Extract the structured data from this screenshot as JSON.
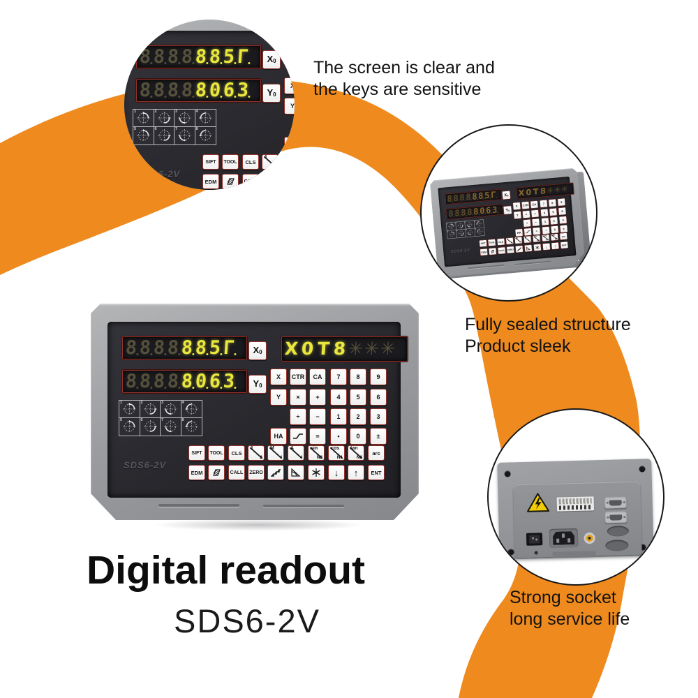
{
  "title": "Digital readout",
  "model": "SDS6-2V",
  "captions": {
    "screen": [
      "The screen is clear and",
      "the keys are sensitive"
    ],
    "sealed": [
      "Fully sealed structure",
      "Product sleek"
    ],
    "socket": [
      "Strong socket",
      "long service life"
    ]
  },
  "colors": {
    "accent_orange": "#EE8A1E",
    "panel_black": "#2A2A2F",
    "bezel_gray": "#9EA0A3",
    "digit_lit": "#EAE73C",
    "digit_unlit": "#56503A",
    "key_face": "#F7F7F7",
    "key_border": "#98342C",
    "warning_yellow": "#F2CB05"
  },
  "panel": {
    "brand": "SDS6-2V",
    "displays": {
      "x": {
        "name": "x-axis-display",
        "unlit": "8888",
        "lit": "885Γ"
      },
      "y": {
        "name": "y-axis-display",
        "unlit": "8888",
        "lit": "8063"
      },
      "aux": {
        "name": "message-display",
        "lit": "X0T8",
        "unlit": "✳✳✳"
      }
    },
    "axis_select_keys": [
      {
        "name": "x-zero-key",
        "main": "X",
        "sub": "0"
      },
      {
        "name": "y-zero-key",
        "main": "Y",
        "sub": "0"
      }
    ],
    "quadrant_cells": [
      "1",
      "2",
      "3",
      "4",
      "5",
      "6",
      "7",
      "8"
    ],
    "keypad_block": [
      [
        {
          "t": "X"
        },
        {
          "t": "CTR"
        },
        {
          "t": "CA"
        },
        {
          "t": "7"
        },
        {
          "t": "8"
        },
        {
          "t": "9"
        }
      ],
      [
        {
          "t": "Y"
        },
        {
          "t": "×"
        },
        {
          "t": "+"
        },
        {
          "t": "4"
        },
        {
          "t": "5"
        },
        {
          "t": "6"
        }
      ],
      [
        null,
        {
          "t": "÷"
        },
        {
          "t": "−"
        },
        {
          "t": "1"
        },
        {
          "t": "2"
        },
        {
          "t": "3"
        }
      ],
      [
        {
          "t": "HA"
        },
        {
          "icon": "ramp-icon"
        },
        {
          "t": "="
        },
        {
          "t": "•"
        },
        {
          "t": "0"
        },
        {
          "t": "±"
        }
      ]
    ],
    "keypad_fn": [
      [
        {
          "t": "SIFT"
        },
        {
          "t": "TOOL"
        },
        {
          "t": "CLS"
        },
        {
          "f": [
            "1",
            "2"
          ]
        },
        {
          "f": [
            "M",
            "I"
          ]
        },
        {
          "f": [
            "A",
            "I"
          ]
        },
        {
          "f": [
            "sin",
            "N2"
          ]
        },
        {
          "f": [
            "cos",
            "N1"
          ]
        },
        {
          "f": [
            "tan",
            "N3"
          ]
        },
        {
          "t": "arc"
        }
      ],
      [
        {
          "t": "EDM"
        },
        {
          "icon": "hatch-icon"
        },
        {
          "t": "CALL"
        },
        {
          "t": "ZERO"
        },
        {
          "icon": "stairs-icon"
        },
        {
          "icon": "sector-icon"
        },
        {
          "icon": "snowflake-icon"
        },
        {
          "t": "↓"
        },
        {
          "t": "↑"
        },
        {
          "t": "ENT"
        }
      ]
    ]
  }
}
